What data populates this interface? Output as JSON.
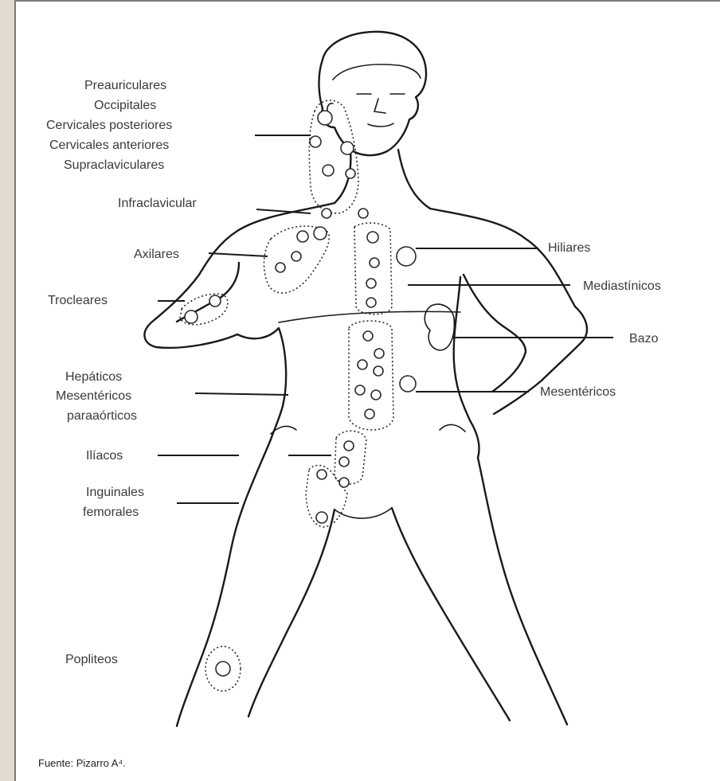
{
  "labels": {
    "preauriculares": "Preauriculares",
    "occipitales": "Occipitales",
    "cervicales_posteriores": "Cervicales posteriores",
    "cervicales_anteriores": "Cervicales anteriores",
    "supraclaviculares": "Supraclaviculares",
    "infraclavicular": "Infraclavicular",
    "axilares": "Axilares",
    "trocleares": "Trocleares",
    "hepaticos": "Hepáticos",
    "mesentericos_left": "Mesentéricos",
    "paraaorticos": "paraaórticos",
    "iliacos": "Ilíacos",
    "inguinales": "Inguinales",
    "femorales": "femorales",
    "popliteos": "Popliteos",
    "hiliares": "Hiliares",
    "mediastinicos": "Mediastínicos",
    "bazo": "Bazo",
    "mesentericos_right": "Mesentéricos"
  },
  "source": "Fuente: Pizarro A⁴."
}
